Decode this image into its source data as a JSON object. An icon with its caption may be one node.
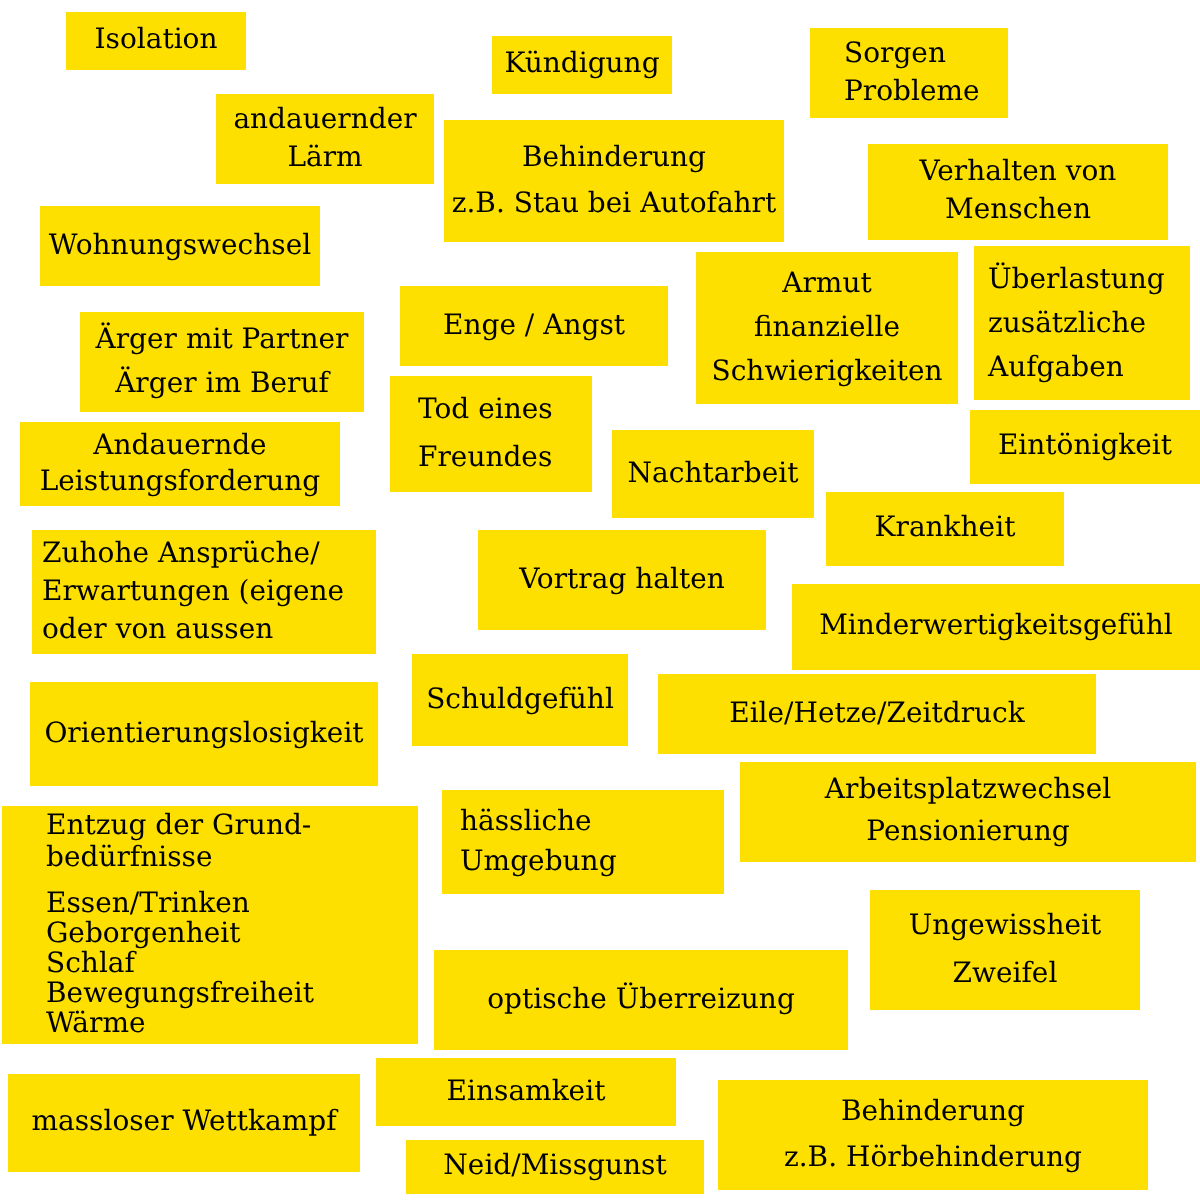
{
  "diagram": {
    "nodes": [
      {
        "text": [
          "Isolation"
        ]
      },
      {
        "text": [
          "Kündigung"
        ]
      },
      {
        "text": [
          "Sorgen",
          "Probleme"
        ]
      },
      {
        "text": [
          "andauernder Lärm"
        ]
      },
      {
        "text": [
          "Behinderung",
          "z.B. Stau bei Autofahrt"
        ]
      },
      {
        "text": [
          "Verhalten von Menschen"
        ]
      },
      {
        "text": [
          "Wohnungswechsel"
        ]
      },
      {
        "text": [
          "Armut",
          "finanzielle Schwierigkeiten"
        ]
      },
      {
        "text": [
          "Überlastung",
          "zusätzliche Aufgaben"
        ]
      },
      {
        "text": [
          "Ärger mit Partner",
          "Ärger im Beruf"
        ]
      },
      {
        "text": [
          "Enge / Angst"
        ]
      },
      {
        "text": [
          "Tod eines Freundes"
        ]
      },
      {
        "text": [
          "Andauernde Leistungsforderung"
        ]
      },
      {
        "text": [
          "Nachtarbeit"
        ]
      },
      {
        "text": [
          "Eintönigkeit"
        ]
      },
      {
        "text": [
          "Krankheit"
        ]
      },
      {
        "text": [
          "Zuhohe Ansprüche/ Erwartungen (eigene oder von aussen"
        ]
      },
      {
        "text": [
          "Vortrag halten"
        ]
      },
      {
        "text": [
          "Minderwertigkeitsgefühl"
        ]
      },
      {
        "text": [
          "Schuldgefühl"
        ]
      },
      {
        "text": [
          "Orientierungslosigkeit"
        ]
      },
      {
        "text": [
          "Eile/Hetze/Zeitdruck"
        ]
      },
      {
        "text": [
          "Arbeitsplatzwechsel",
          "Pensionierung"
        ]
      },
      {
        "text": [
          "Entzug der Grund- bedürfnisse",
          "Essen/Trinken",
          "Geborgenheit",
          "Schlaf",
          "Bewegungsfreiheit",
          "Wärme"
        ]
      },
      {
        "text": [
          "hässliche Umgebung"
        ]
      },
      {
        "text": [
          "Ungewissheit",
          "Zweifel"
        ]
      },
      {
        "text": [
          "optische Überreizung"
        ]
      },
      {
        "text": [
          "massloser Wettkampf"
        ]
      },
      {
        "text": [
          "Einsamkeit"
        ]
      },
      {
        "text": [
          "Behinderung",
          "z.B. Hörbehinderung"
        ]
      },
      {
        "text": [
          "Neid/Missgunst"
        ]
      }
    ]
  }
}
